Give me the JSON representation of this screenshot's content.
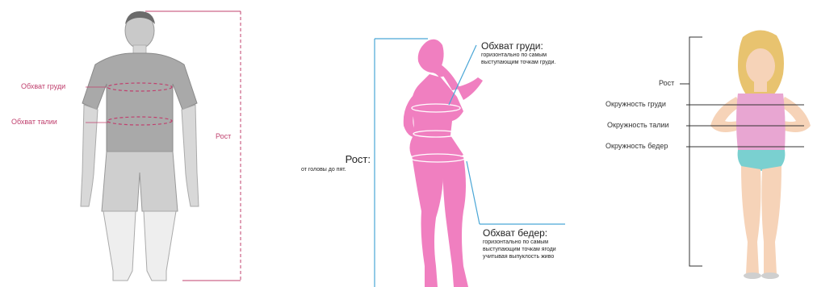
{
  "man": {
    "labels": {
      "chest": "Обхват груди",
      "waist": "Обхват талии",
      "height": "Рост"
    },
    "accent_color": "#c0406e",
    "figure_color": "#bdbdbd"
  },
  "woman": {
    "chest": {
      "title": "Обхват груди:",
      "desc_line1": "горизонтально по самым",
      "desc_line2": "выступающим точкам груди."
    },
    "height": {
      "title": "Рост:",
      "desc": "от головы до пят."
    },
    "hips": {
      "title": "Обхват бедер:",
      "desc_line1": "горизонтально по самым",
      "desc_line2": "выступающим точкам ягоди",
      "desc_line3": "учитывая выпуклость живо"
    },
    "figure_color": "#f07fc0",
    "line_color": "#4aa6d6"
  },
  "child": {
    "labels": {
      "height": "Рост",
      "chest": "Окружность груди",
      "waist": "Окружность талии",
      "hips": "Окружность бедер"
    },
    "top_color": "#e8a6d2",
    "bottom_color": "#7ad0d0"
  }
}
